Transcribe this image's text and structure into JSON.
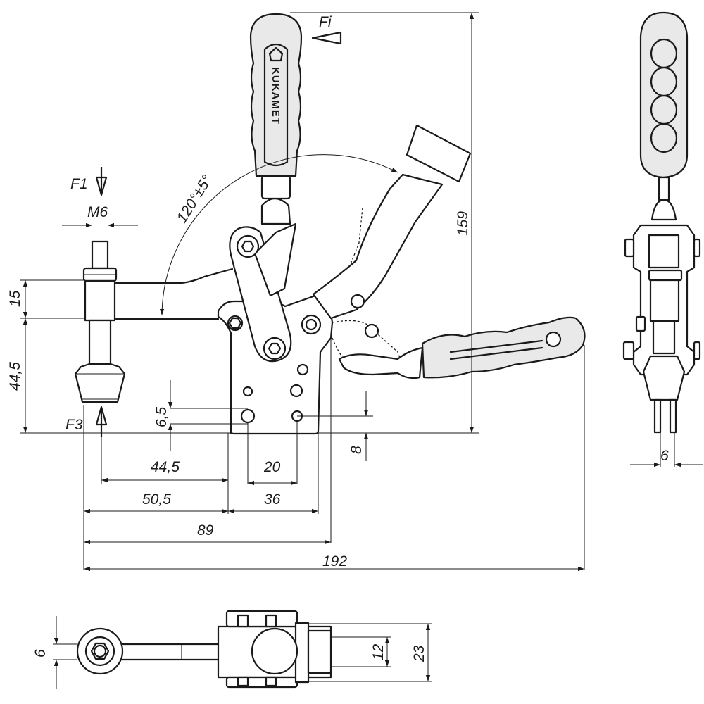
{
  "labels": {
    "force_fi": "Fi",
    "force_f1": "F1",
    "force_f3": "F3",
    "thread": "M6",
    "angle": "120°±5°"
  },
  "dimensions": {
    "total_height": "159",
    "spindle_height": "15",
    "base_to_spindle": "44,5",
    "hole_offset_v": "6,5",
    "hole_offset_v2": "8",
    "spindle_to_hole": "44,5",
    "hole_spacing": "20",
    "spindle_to_base": "50,5",
    "base_width": "36",
    "spindle_to_body": "89",
    "total_length": "192",
    "side_width": "6",
    "plan_spindle": "6",
    "plan_hole": "12",
    "plan_width": "23"
  },
  "brand": {
    "name": "KUKAMET"
  },
  "colors": {
    "line": "#1a1a1a",
    "grip_fill": "#e9e9e9",
    "background": "#ffffff"
  }
}
